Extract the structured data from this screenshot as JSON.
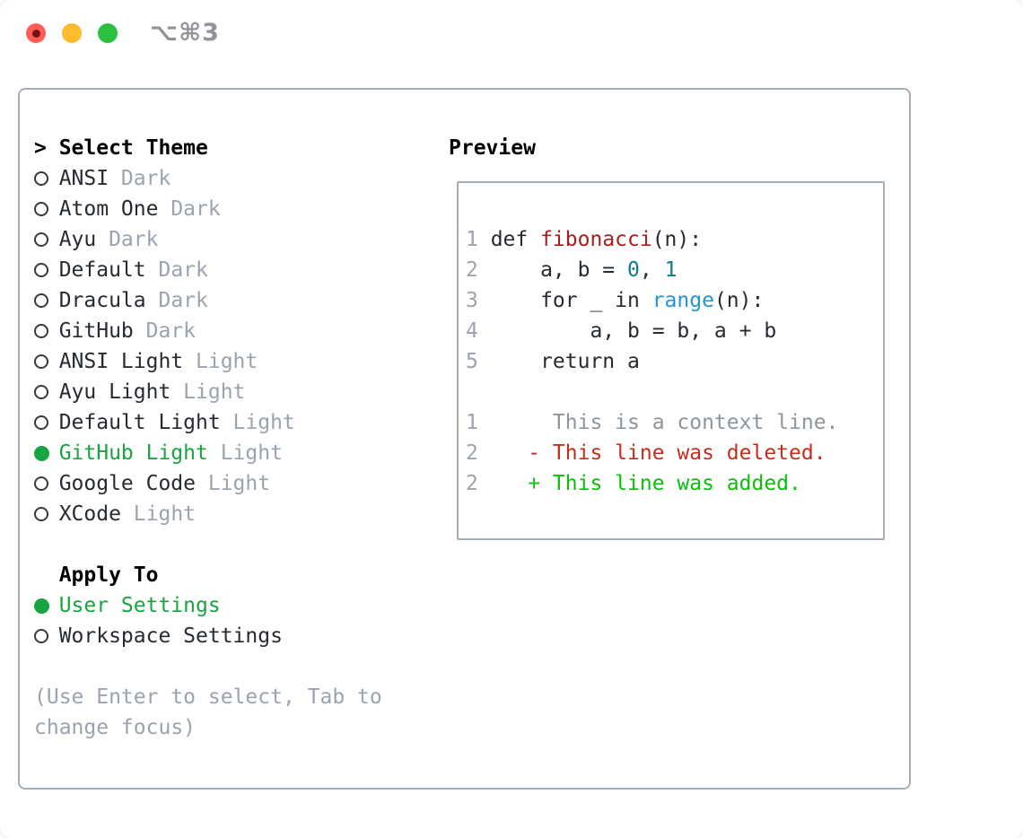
{
  "window": {
    "hotkey_label": "⌥⌘3"
  },
  "theme_panel": {
    "prompt": ">",
    "title": "Select Theme",
    "items": [
      {
        "label": "ANSI",
        "variant": "Dark",
        "selected": false
      },
      {
        "label": "Atom One",
        "variant": "Dark",
        "selected": false
      },
      {
        "label": "Ayu",
        "variant": "Dark",
        "selected": false
      },
      {
        "label": "Default",
        "variant": "Dark",
        "selected": false
      },
      {
        "label": "Dracula",
        "variant": "Dark",
        "selected": false
      },
      {
        "label": "GitHub",
        "variant": "Dark",
        "selected": false
      },
      {
        "label": "ANSI Light",
        "variant": "Light",
        "selected": false
      },
      {
        "label": "Ayu Light",
        "variant": "Light",
        "selected": false
      },
      {
        "label": "Default Light",
        "variant": "Light",
        "selected": false
      },
      {
        "label": "GitHub Light",
        "variant": "Light",
        "selected": true
      },
      {
        "label": "Google Code",
        "variant": "Light",
        "selected": false
      },
      {
        "label": "XCode",
        "variant": "Light",
        "selected": false
      }
    ],
    "apply_to": {
      "title": "Apply To",
      "options": [
        {
          "label": "User Settings",
          "selected": true
        },
        {
          "label": "Workspace Settings",
          "selected": false
        }
      ]
    },
    "hint_lines": [
      "(Use Enter to select, Tab to",
      "change focus)"
    ]
  },
  "preview": {
    "title": "Preview",
    "lines": [
      {
        "num": "1",
        "segments": [
          {
            "t": "def ",
            "c": "plain"
          },
          {
            "t": "fibonacci",
            "c": "func"
          },
          {
            "t": "(n):",
            "c": "plain"
          }
        ]
      },
      {
        "num": "2",
        "segments": [
          {
            "t": "    a, b = ",
            "c": "plain"
          },
          {
            "t": "0",
            "c": "num"
          },
          {
            "t": ", ",
            "c": "plain"
          },
          {
            "t": "1",
            "c": "num"
          }
        ]
      },
      {
        "num": "3",
        "segments": [
          {
            "t": "    for _ in ",
            "c": "plain"
          },
          {
            "t": "range",
            "c": "builtin"
          },
          {
            "t": "(n):",
            "c": "plain"
          }
        ]
      },
      {
        "num": "4",
        "segments": [
          {
            "t": "        a, b = b, a + b",
            "c": "plain"
          }
        ]
      },
      {
        "num": "5",
        "segments": [
          {
            "t": "    return a",
            "c": "plain"
          }
        ]
      },
      {
        "num": "",
        "segments": []
      },
      {
        "num": "1",
        "segments": [
          {
            "t": "     This is a context line.",
            "c": "ctx"
          }
        ]
      },
      {
        "num": "2",
        "segments": [
          {
            "t": "   - This line was deleted.",
            "c": "del"
          }
        ]
      },
      {
        "num": "2",
        "segments": [
          {
            "t": "   + This line was added.",
            "c": "add"
          }
        ]
      }
    ]
  },
  "colors": {
    "text": "#262b31",
    "muted": "#9aa3ae",
    "ctx_gray": "#8d959d",
    "accent_green": "#16a53f",
    "diff_add": "#0bbf0b",
    "diff_del": "#c62e1c",
    "func_red": "#a81d1d",
    "number_teal": "#0e7c87",
    "builtin_blue": "#2395cf",
    "border": "#a6aeb8",
    "hotkey": "#919398",
    "tl_red": "#ff5d55",
    "tl_red_inner": "#731414",
    "tl_yellow": "#fdbc2e",
    "tl_green": "#2bc13e"
  }
}
